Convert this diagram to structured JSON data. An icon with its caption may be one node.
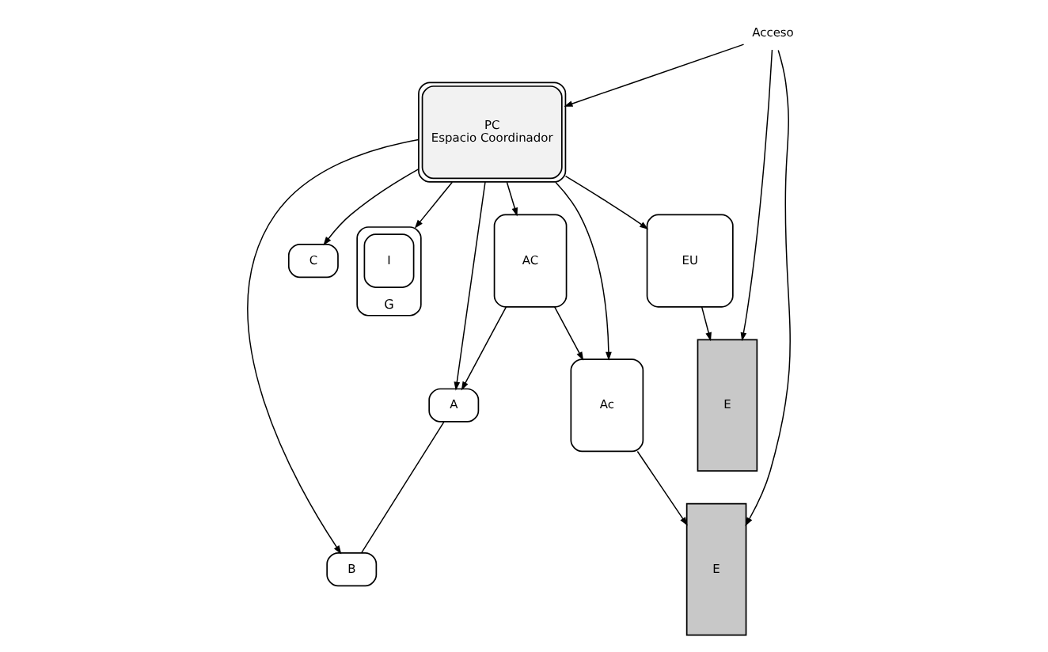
{
  "diagram": {
    "nodes": [
      {
        "text": [
          "AC"
        ]
      },
      {
        "text": [
          "A"
        ]
      },
      {
        "text": [
          "B"
        ]
      },
      {
        "text": [
          "C"
        ]
      },
      {
        "text": [
          "G"
        ]
      },
      {
        "text": [
          "I"
        ],
        "in": 4
      },
      {
        "text": [
          "PC",
          "Espacio Coordinador"
        ]
      },
      {
        "text": [
          "Ac"
        ]
      },
      {
        "text": [
          "EU"
        ]
      },
      {
        "text": [
          "E"
        ]
      },
      {
        "text": [
          "E"
        ]
      },
      {
        "text": [
          "Acceso"
        ]
      }
    ],
    "edges": [
      {
        "from": 0,
        "to": 1,
        "arrow": "to"
      },
      {
        "from": 1,
        "to": 2,
        "arrow": "none"
      },
      {
        "from": 6,
        "to": 1,
        "arrow": "to"
      },
      {
        "from": 6,
        "to": 2,
        "arrow": "to"
      },
      {
        "from": 6,
        "to": 3,
        "arrow": "to"
      },
      {
        "from": 6,
        "to": 4,
        "arrow": "to"
      },
      {
        "from": 6,
        "to": 0,
        "arrow": "to"
      },
      {
        "from": 0,
        "to": 7,
        "arrow": "to"
      },
      {
        "from": 6,
        "to": 7,
        "arrow": "to"
      },
      {
        "from": 6,
        "to": 8,
        "arrow": "to"
      },
      {
        "from": 7,
        "to": 9,
        "arrow": "to"
      },
      {
        "from": 8,
        "to": 10,
        "arrow": "to"
      },
      {
        "from": 11,
        "to": 9,
        "arrow": "to"
      },
      {
        "from": 11,
        "to": 10,
        "arrow": "to"
      },
      {
        "from": 11,
        "to": 6,
        "arrow": "to"
      }
    ]
  }
}
